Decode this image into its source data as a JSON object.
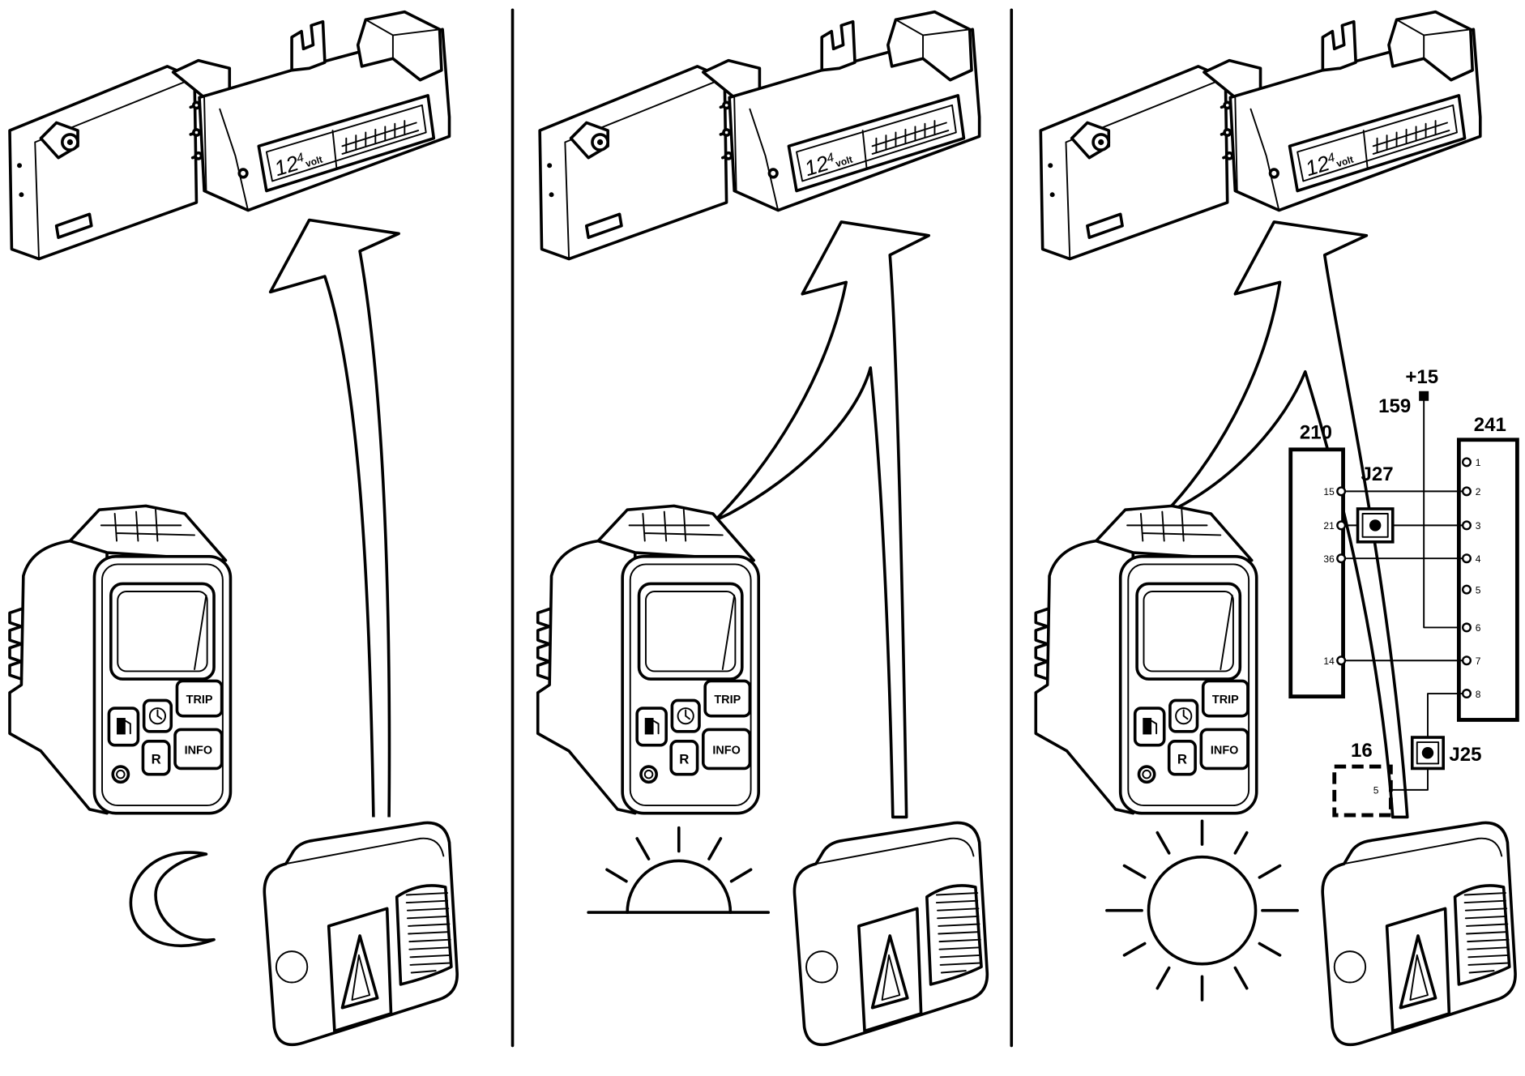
{
  "display": {
    "value_whole": "12",
    "value_decimal": "4",
    "unit": "volt"
  },
  "control_unit": {
    "fuel_icon": "fuel-pump-icon",
    "clock_icon": "clock-icon",
    "trip_label": "TRIP",
    "reset_label": "R",
    "info_label": "INFO"
  },
  "panels": [
    {
      "condition_icon": "moon-icon"
    },
    {
      "condition_icon": "half-sun-icon"
    },
    {
      "condition_icon": "sun-icon"
    }
  ],
  "wiring_diagram": {
    "supply_label": "+15",
    "wire_label": "159",
    "connector_210": {
      "label": "210",
      "pins": [
        "15",
        "21",
        "36",
        "14"
      ]
    },
    "connector_241": {
      "label": "241",
      "pins": [
        "1",
        "2",
        "3",
        "4",
        "5",
        "6",
        "7",
        "8"
      ]
    },
    "junction_j27": "J27",
    "junction_j25": "J25",
    "component_16": {
      "label": "16",
      "pin": "5"
    }
  }
}
